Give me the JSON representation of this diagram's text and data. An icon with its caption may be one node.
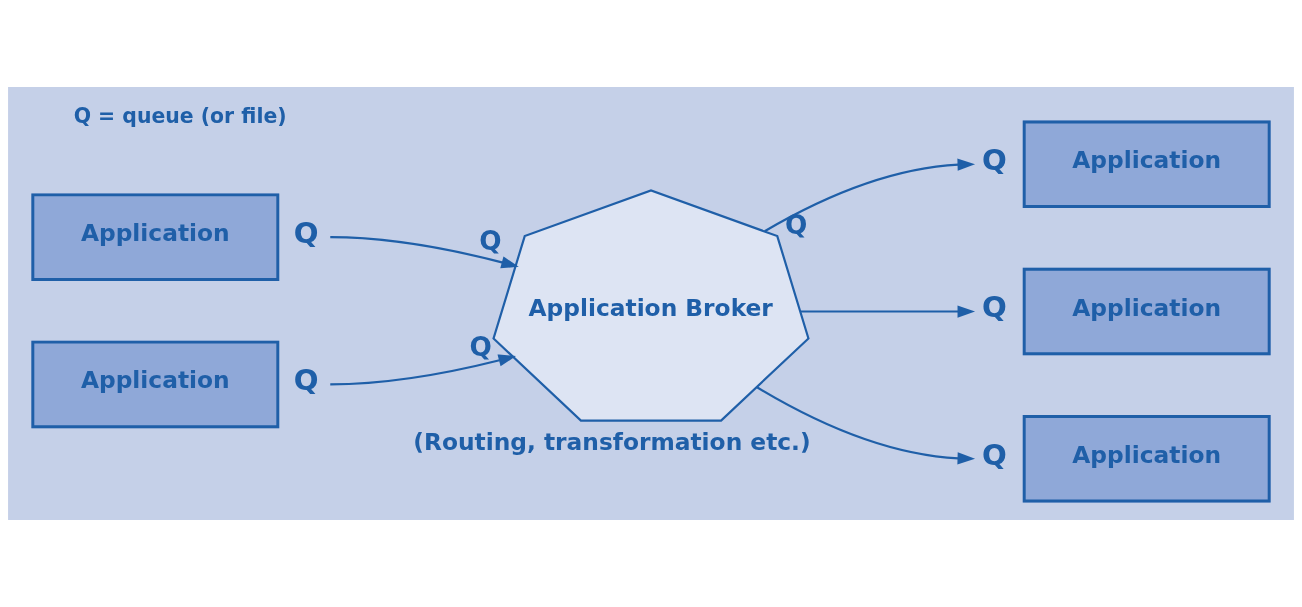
{
  "diagram": {
    "nodes": [
      {
        "text": [
          "Application"
        ],
        "beside": [
          "Q"
        ]
      },
      {
        "text": [
          "Application"
        ],
        "beside": [
          "Q"
        ]
      },
      {
        "text": [
          "Application Broker"
        ],
        "beside": [
          "Q",
          "Q",
          "Q",
          "(Routing, transformation etc.)"
        ]
      },
      {
        "text": [
          "Application"
        ],
        "beside": [
          "Q"
        ]
      },
      {
        "text": [
          "Application"
        ],
        "beside": [
          "Q"
        ]
      },
      {
        "text": [
          "Application"
        ],
        "beside": [
          "Q"
        ]
      }
    ],
    "edges": [
      {
        "from": 0,
        "to": 2,
        "arrow": "to"
      },
      {
        "from": 1,
        "to": 2,
        "arrow": "to"
      },
      {
        "from": 2,
        "to": 3,
        "arrow": "to"
      },
      {
        "from": 2,
        "to": 4,
        "arrow": "to"
      },
      {
        "from": 2,
        "to": 5,
        "arrow": "to"
      }
    ],
    "labels": [
      "Q = queue (or file)"
    ]
  }
}
